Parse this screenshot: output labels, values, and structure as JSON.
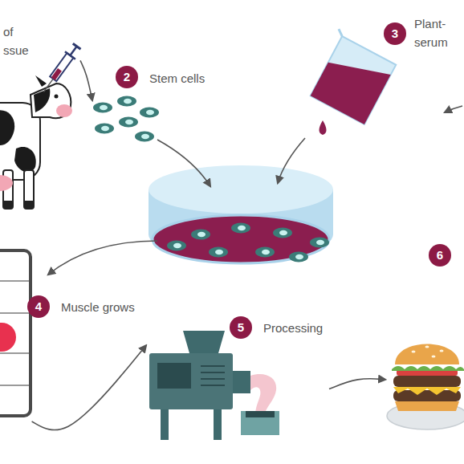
{
  "diagram": {
    "nodes": [
      {
        "text": [
          "of ssue"
        ]
      },
      {
        "text": [
          "2",
          "Stem cells"
        ]
      },
      {
        "text": [
          "3",
          "Plant- serum"
        ]
      },
      {
        "text": [
          "4",
          "Muscle grows"
        ]
      },
      {
        "text": [
          "5",
          "Processing"
        ]
      },
      {
        "text": [
          "6"
        ]
      }
    ],
    "edges": [
      {
        "from": 0,
        "to": 1,
        "arrow": "to"
      },
      {
        "from": 3,
        "to": 4,
        "arrow": "to"
      },
      {
        "from": 4,
        "to": 5,
        "arrow": "to"
      }
    ]
  }
}
